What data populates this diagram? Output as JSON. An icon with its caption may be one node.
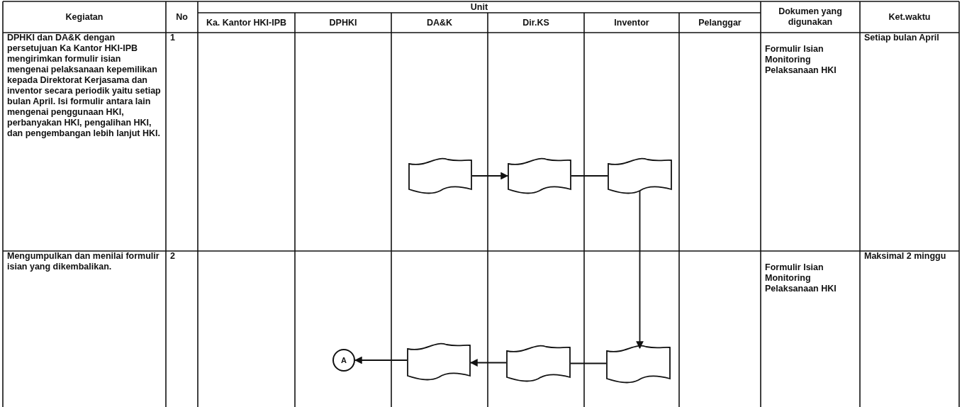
{
  "diagram": {
    "nodes": [
      {
        "text": [],
        "shape": "document"
      },
      {
        "text": [],
        "shape": "document"
      },
      {
        "text": [],
        "shape": "document"
      },
      {
        "text": [
          "A"
        ]
      },
      {
        "text": [],
        "shape": "document"
      },
      {
        "text": [],
        "shape": "document"
      },
      {
        "text": [],
        "shape": "document"
      }
    ],
    "edges": [
      {
        "from": 0,
        "to": 1,
        "arrow": "to"
      },
      {
        "from": 1,
        "to": 2,
        "arrow": "none"
      },
      {
        "from": 2,
        "to": 6,
        "arrow": "to"
      },
      {
        "from": 6,
        "to": 5,
        "arrow": "none"
      },
      {
        "from": 5,
        "to": 4,
        "arrow": "to"
      },
      {
        "from": 4,
        "to": 3,
        "arrow": "to"
      }
    ],
    "labels": [
      "Kegiatan",
      "No",
      "Unit",
      "Dokumen yang digunakan",
      "Ket.waktu",
      "Ka. Kantor HKI-IPB",
      "DPHKI",
      "DA&K",
      "Dir.KS",
      "Inventor",
      "Pelanggar",
      "DPHKI dan DA&K dengan persetujuan Ka Kantor HKI-IPB mengirimkan formulir isian mengenai pelaksanaan kepemilikan kepada Direktorat Kerjasama dan inventor secara periodik yaitu setiap bulan April. Isi formulir antara lain mengenai penggunaan HKI, perbanyakan HKI, pengalihan HKI, dan pengembangan lebih lanjut HKI.",
      "1",
      "Formulir Isian Monitoring Pelaksanaan HKI",
      "Setiap bulan April",
      "Mengumpulkan dan menilai formulir isian yang dikembalikan.",
      "2",
      "Formulir Isian Monitoring Pelaksanaan HKI",
      "Maksimal 2 minggu"
    ]
  }
}
